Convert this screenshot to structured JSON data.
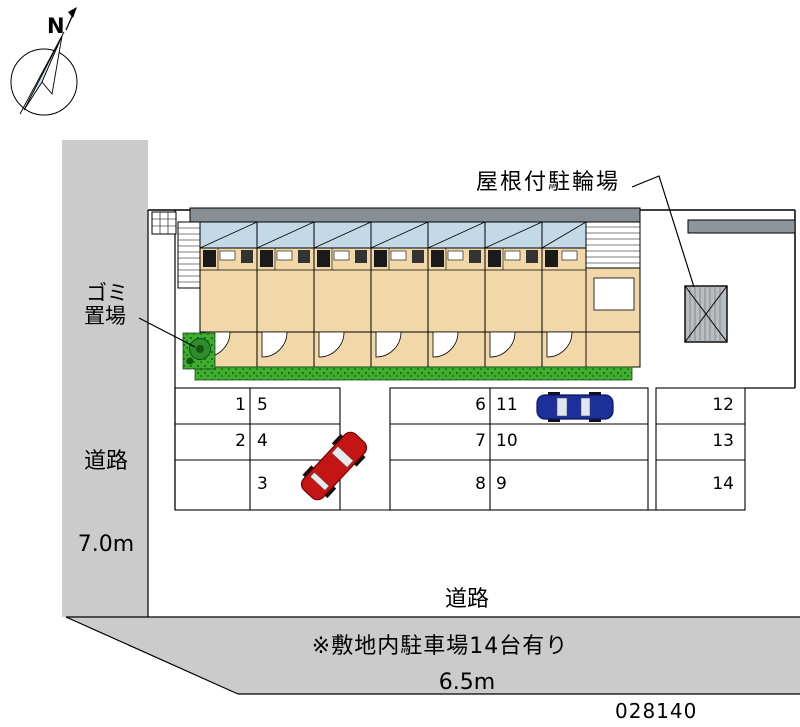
{
  "compass": {
    "north_label": "N"
  },
  "labels": {
    "bike_parking": "屋根付駐輪場",
    "garbage_line1": "ゴミ",
    "garbage_line2": "置場",
    "road_left_name": "道路",
    "road_left_width": "7.0m",
    "road_bottom_name": "道路",
    "road_bottom_width": "6.5m",
    "site_note": "※敷地内駐車場14台有り",
    "plan_number": "028140"
  },
  "parking": {
    "spaces": [
      "1",
      "5",
      "2",
      "4",
      "3",
      "6",
      "11",
      "7",
      "10",
      "8",
      "9",
      "12",
      "13",
      "14"
    ],
    "total_spaces": 14
  },
  "colors": {
    "road_gray": "#cbcbcb",
    "roof_gray": "#878f96",
    "balcony_blue": "#c3d9e8",
    "room_tan": "#f2d8a8",
    "grass_green": "#3fae2f",
    "red_car": "#c41414",
    "blue_car": "#1d2f9b"
  }
}
